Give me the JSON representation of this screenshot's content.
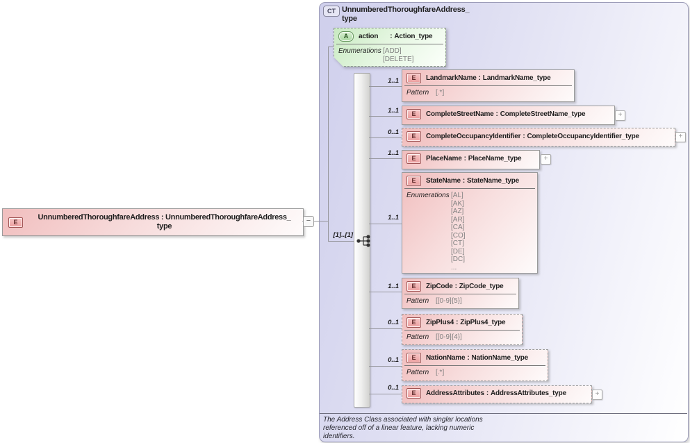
{
  "labels": {
    "colon": ":",
    "plus": "+",
    "minus": "−",
    "element_badge": "E"
  },
  "colors": {
    "container_fill": "#CFCFEC",
    "element_fill": "#F1BEBE",
    "attribute_fill": "#C9EAC2",
    "border_gray": "#9A9A9A",
    "container_border": "#9C9CB8"
  },
  "root": {
    "badge": "E",
    "line1": "UnnumberedThoroughfareAddress : UnnumberedThoroughfareAddress_",
    "line2": "type"
  },
  "complex_type": {
    "badge": "CT",
    "title_line1": "UnnumberedThoroughfareAddress_",
    "title_line2": "type",
    "attribute": {
      "badge": "A",
      "name": "action",
      "type": "Action_type",
      "enumerations_label": "Enumerations",
      "enumerations": [
        "[ADD]",
        "[DELETE]"
      ]
    },
    "model_group": {
      "cardinality": "[1]..[1]",
      "icon": "sequence-icon"
    },
    "children": [
      {
        "name": "LandmarkName",
        "type": "LandmarkName_type",
        "cardinality": "1..1",
        "pattern_label": "Pattern",
        "pattern": "[.*]"
      },
      {
        "name": "CompleteStreetName",
        "type": "CompleteStreetName_type",
        "cardinality": "1..1",
        "expand": "+"
      },
      {
        "name": "CompleteOccupancyIdentifier",
        "type": "CompleteOccupancyIdentifier_type",
        "cardinality": "0..1",
        "expand": "+"
      },
      {
        "name": "PlaceName",
        "type": "PlaceName_type",
        "cardinality": "1..1",
        "expand": "+"
      },
      {
        "name": "StateName",
        "type": "StateName_type",
        "cardinality": "1..1",
        "enumerations_label": "Enumerations",
        "enumerations": [
          "[AL]",
          "[AK]",
          "[AZ]",
          "[AR]",
          "[CA]",
          "[CO]",
          "[CT]",
          "[DE]",
          "[DC]",
          "..."
        ]
      },
      {
        "name": "ZipCode",
        "type": "ZipCode_type",
        "cardinality": "1..1",
        "pattern_label": "Pattern",
        "pattern": "[[0-9]{5}]"
      },
      {
        "name": "ZipPlus4",
        "type": "ZipPlus4_type",
        "cardinality": "0..1",
        "pattern_label": "Pattern",
        "pattern": "[[0-9]{4}]"
      },
      {
        "name": "NationName",
        "type": "NationName_type",
        "cardinality": "0..1",
        "pattern_label": "Pattern",
        "pattern": "[.*]"
      },
      {
        "name": "AddressAttributes",
        "type": "AddressAttributes_type",
        "cardinality": "0..1",
        "expand": "+"
      }
    ],
    "annotation": "The Address Class associated with singlar locations referenced off of a linear feature, lacking numeric identifiers."
  }
}
